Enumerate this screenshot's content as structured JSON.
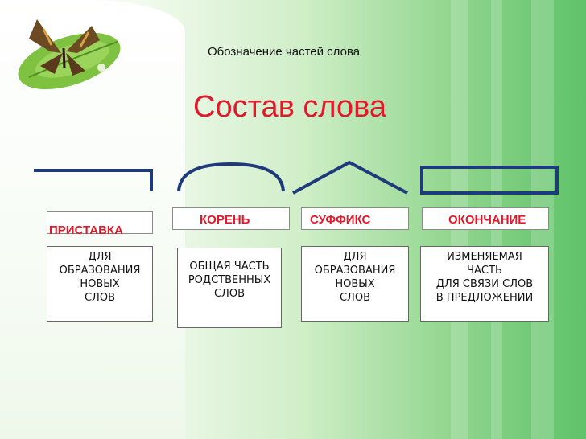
{
  "slide": {
    "subtitle": "Обозначение частей слова",
    "title": "Состав слова"
  },
  "colors": {
    "title": "#e0192b",
    "symbol": "#1f3a7a"
  },
  "parts": [
    {
      "label": "ПРИСТАВКА",
      "description": [
        "ДЛЯ",
        "ОБРАЗОВАНИЯ",
        "НОВЫХ",
        "СЛОВ"
      ]
    },
    {
      "label": "КОРЕНЬ",
      "description": [
        "ОБЩАЯ ЧАСТЬ",
        "РОДСТВЕННЫХ",
        "СЛОВ"
      ]
    },
    {
      "label": "СУФФИКС",
      "description": [
        "ДЛЯ",
        "ОБРАЗОВАНИЯ",
        "НОВЫХ",
        "СЛОВ"
      ]
    },
    {
      "label": "ОКОНЧАНИЕ",
      "description": [
        "ИЗМЕНЯЕМАЯ",
        "ЧАСТЬ",
        "ДЛЯ СВЯЗИ СЛОВ",
        "В ПРЕДЛОЖЕНИИ"
      ]
    }
  ]
}
